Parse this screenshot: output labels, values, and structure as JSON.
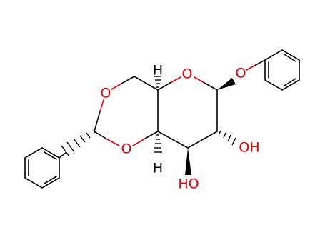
{
  "molecule": {
    "atoms": [
      {
        "id": "O_dioxane_top",
        "label": "O",
        "color": "#e8000a"
      },
      {
        "id": "O_dioxane_bot",
        "label": "O",
        "color": "#e8000a"
      },
      {
        "id": "O_ring",
        "label": "O",
        "color": "#e8000a"
      },
      {
        "id": "O_phenoxy",
        "label": "O",
        "color": "#e8000a"
      },
      {
        "id": "H_top",
        "label": "H",
        "color": "#000000"
      },
      {
        "id": "H_bottom",
        "label": "H",
        "color": "#000000"
      }
    ],
    "hydroxyls": [
      {
        "id": "OH_right",
        "label": "OH",
        "color": "#e8000a"
      },
      {
        "id": "OH_bottom",
        "label": "HO",
        "color": "#e8000a"
      }
    ]
  }
}
